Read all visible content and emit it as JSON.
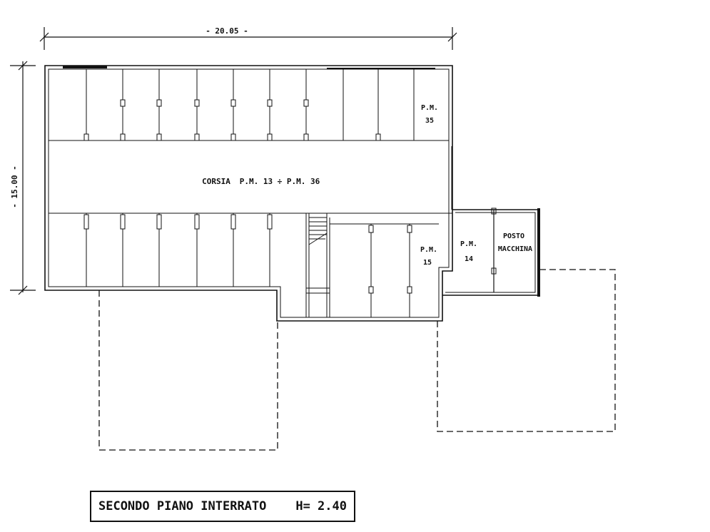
{
  "dimensions": {
    "width_label": "- 20.05 -",
    "height_label": "- 15.00 -"
  },
  "rooms": {
    "corsia": "CORSIA",
    "corsia_range": "P.M. 13 ÷ P.M. 36",
    "pm35": {
      "line1": "P.M.",
      "line2": "35"
    },
    "pm15": {
      "line1": "P.M.",
      "line2": "15"
    },
    "pm14": {
      "line1": "P.M.",
      "line2": "14"
    },
    "posto_macchina": {
      "line1": "POSTO",
      "line2": "MACCHINA"
    }
  },
  "title": {
    "floor": "SECONDO PIANO INTERRATO",
    "height": "H= 2.40"
  }
}
